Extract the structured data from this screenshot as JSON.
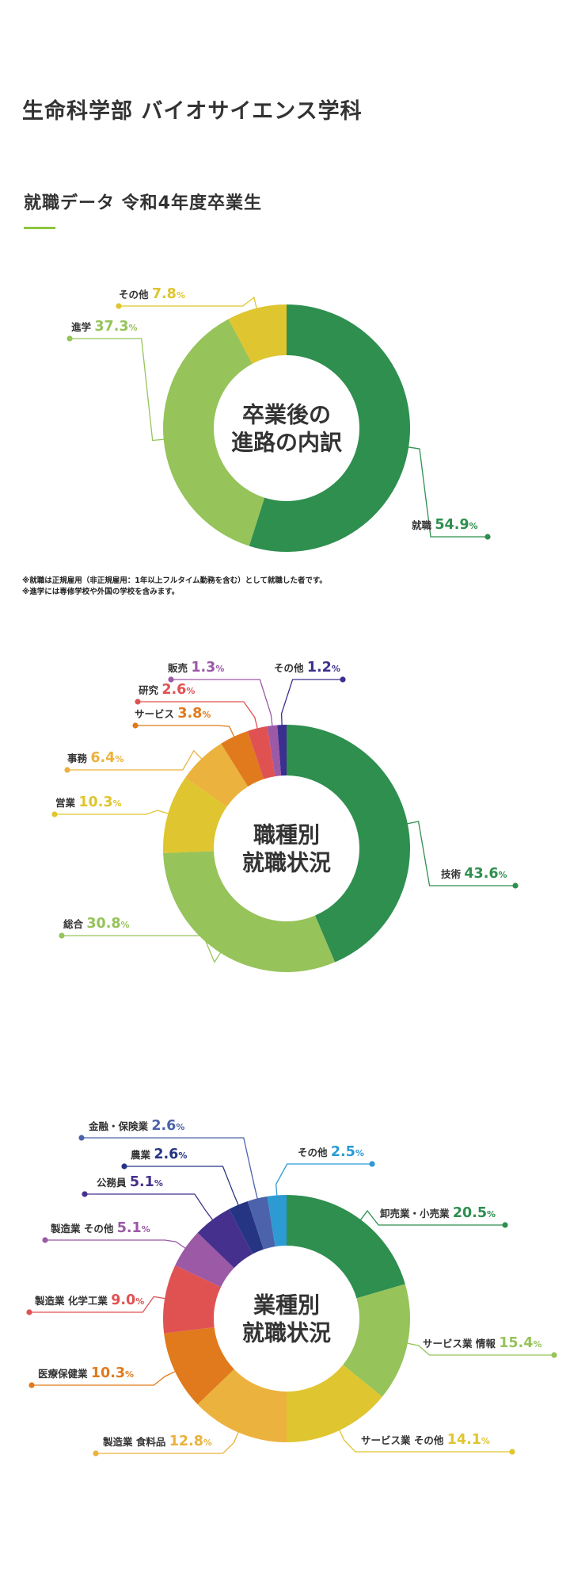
{
  "page": {
    "title": "生命科学部 バイオサイエンス学科",
    "section_title": "就職データ 令和4年度卒業生",
    "accent": "#8cc63f",
    "percent_sign": "%"
  },
  "notes": [
    "※就職は正規雇用（非正規雇用：1年以上フルタイム勤務を含む）として就職した者です。",
    "※進学には専修学校や外国の学校を含みます。"
  ],
  "chart_data": [
    {
      "type": "pie",
      "center_label": [
        "卒業後の",
        "進路の内訳"
      ],
      "slices": [
        {
          "name": "就職",
          "value": 54.9,
          "color": "#2e8f4f"
        },
        {
          "name": "進学",
          "value": 37.3,
          "color": "#96c35a"
        },
        {
          "name": "その他",
          "value": 7.8,
          "color": "#dfc52f"
        }
      ]
    },
    {
      "type": "pie",
      "center_label": [
        "職種別",
        "就職状況"
      ],
      "slices": [
        {
          "name": "技術",
          "value": 43.6,
          "color": "#2e8f4f"
        },
        {
          "name": "総合",
          "value": 30.8,
          "color": "#96c35a"
        },
        {
          "name": "営業",
          "value": 10.3,
          "color": "#dfc52f"
        },
        {
          "name": "事務",
          "value": 6.4,
          "color": "#ebb23d"
        },
        {
          "name": "サービス",
          "value": 3.8,
          "color": "#e07a1c"
        },
        {
          "name": "研究",
          "value": 2.6,
          "color": "#e05252"
        },
        {
          "name": "販売",
          "value": 1.3,
          "color": "#9b59a6"
        },
        {
          "name": "その他",
          "value": 1.2,
          "color": "#3b2f8f"
        }
      ]
    },
    {
      "type": "pie",
      "center_label": [
        "業種別",
        "就職状況"
      ],
      "slices": [
        {
          "name": "卸売業・小売業",
          "value": 20.5,
          "color": "#2e8f4f"
        },
        {
          "name": "サービス業 情報",
          "value": 15.4,
          "color": "#96c35a"
        },
        {
          "name": "サービス業 その他",
          "value": 14.1,
          "color": "#dfc52f"
        },
        {
          "name": "製造業 食料品",
          "value": 12.8,
          "color": "#ebb23d"
        },
        {
          "name": "医療保健業",
          "value": 10.3,
          "color": "#e07a1c"
        },
        {
          "name": "製造業 化学工業",
          "value": 9.0,
          "color": "#e05252"
        },
        {
          "name": "製造業 その他",
          "value": 5.1,
          "color": "#9b59a6"
        },
        {
          "name": "公務員",
          "value": 5.1,
          "color": "#46308e"
        },
        {
          "name": "農業",
          "value": 2.6,
          "color": "#253584"
        },
        {
          "name": "金融・保険業",
          "value": 2.6,
          "color": "#4c63ab"
        },
        {
          "name": "その他",
          "value": 2.5,
          "color": "#2d9ad3"
        }
      ]
    }
  ]
}
